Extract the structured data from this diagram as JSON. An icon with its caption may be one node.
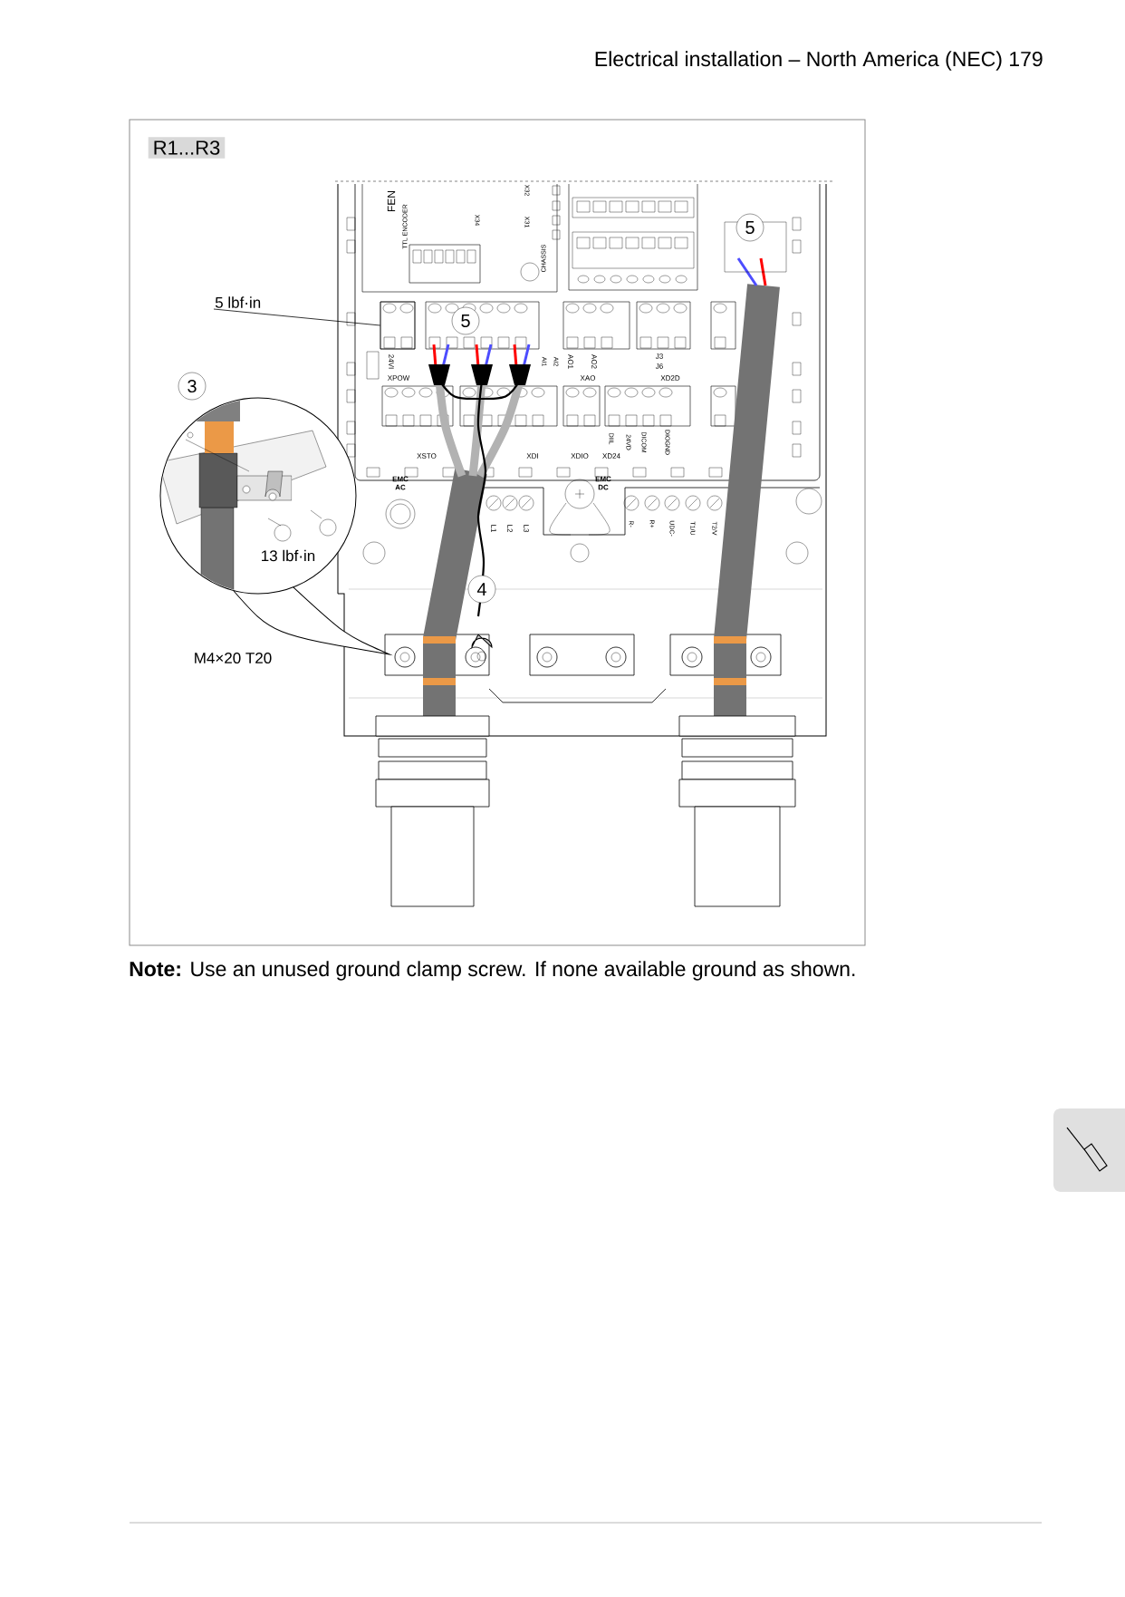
{
  "diagram": {
    "caption": "**Note:** Use an unused ground clamp screw. If none available ground as shown.",
    "nodes": [
      {
        "text": [
          "5 lbf·in"
        ]
      },
      {
        "text": [],
        "shape": "box"
      }
    ],
    "edges": [
      {
        "from": 0,
        "to": 1,
        "arrow": "none"
      }
    ],
    "labels": [
      "Electrical installation – North America (NEC) 179",
      "R1...R3",
      "5",
      "5",
      "3",
      "4",
      "13 lbf·in",
      "M4×20 T20",
      "FEN",
      "TTL ENCODER",
      "X34",
      "X32",
      "X31",
      "CHASSIS",
      "24VI",
      "XPOW",
      "AI1",
      "AI2",
      "AO1",
      "AO2",
      "XAO",
      "J3",
      "J6",
      "XD2D",
      "XSTO",
      "XDI",
      "XDIO",
      "XD24",
      "DIIL",
      "24VD",
      "DICOM",
      "DIOGND",
      "EMC AC",
      "EMC DC",
      "L1",
      "L2",
      "L3",
      "R-",
      "R+",
      "UDC-",
      "T1/U",
      "T2/V"
    ]
  }
}
